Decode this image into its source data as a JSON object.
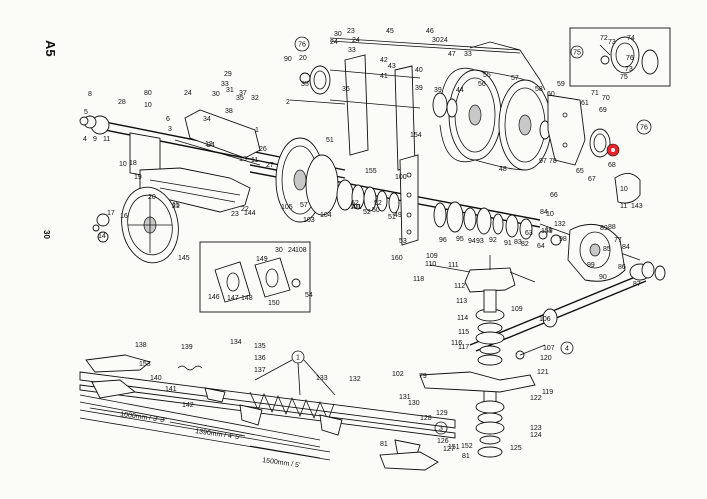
{
  "page": {
    "sheet_code": "A5",
    "side_mark": "30",
    "highlight_color": "#e8242a",
    "circled_labels": [
      "76",
      "75",
      "76",
      "1",
      "3",
      "4"
    ]
  },
  "labels": [
    "45",
    "46",
    "30",
    "24",
    "23",
    "24",
    "30",
    "24",
    "33",
    "47",
    "33",
    "55",
    "42",
    "43",
    "41",
    "40",
    "39",
    "44",
    "39",
    "56",
    "57",
    "58",
    "59",
    "60",
    "61",
    "71",
    "70",
    "69",
    "72",
    "73",
    "74",
    "73",
    "75",
    "76",
    "90",
    "35",
    "36",
    "20",
    "37",
    "31",
    "35",
    "38",
    "29",
    "33",
    "30",
    "24",
    "28",
    "80",
    "8",
    "5",
    "4",
    "9",
    "11",
    "10",
    "6",
    "3",
    "1",
    "12",
    "2",
    "34",
    "32",
    "24",
    "26",
    "27",
    "13",
    "11",
    "10",
    "18",
    "19",
    "20",
    "21",
    "22",
    "23",
    "144",
    "103",
    "104",
    "105",
    "57",
    "155",
    "51",
    "154",
    "40",
    "52",
    "53",
    "62",
    "50",
    "51",
    "52",
    "49",
    "48",
    "66",
    "67",
    "68",
    "65",
    "78",
    "97",
    "96",
    "95",
    "94",
    "93",
    "92",
    "91",
    "83",
    "82",
    "84",
    "132",
    "10",
    "11",
    "77",
    "84",
    "85",
    "86",
    "87",
    "88",
    "89",
    "90",
    "99",
    "98",
    "64",
    "63",
    "159",
    "10",
    "11",
    "143",
    "15",
    "17",
    "16",
    "14",
    "145",
    "146",
    "147",
    "148",
    "149",
    "150",
    "54",
    "30",
    "24",
    "108",
    "109",
    "110",
    "111",
    "112",
    "113",
    "114",
    "115",
    "116",
    "117",
    "120",
    "121",
    "122",
    "123",
    "124",
    "125",
    "126",
    "127",
    "128",
    "129",
    "130",
    "131",
    "132",
    "133",
    "134",
    "135",
    "136",
    "137",
    "138",
    "139",
    "140",
    "141",
    "142",
    "153",
    "152",
    "151",
    "81",
    "81",
    "79",
    "102",
    "101",
    "100",
    "160",
    "118",
    "119",
    "106",
    "107",
    "109"
  ],
  "dimensions": [
    "1000mm / 3' 3\"",
    "1390mm / 4' 5\"",
    "1500mm / 5'"
  ]
}
